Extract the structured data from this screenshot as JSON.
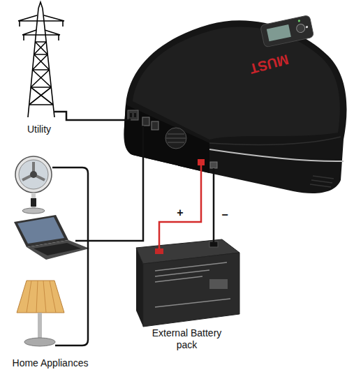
{
  "diagram": {
    "nodes": [
      {
        "text": [
          "Utility"
        ]
      },
      {
        "text": [
          "MUST"
        ]
      },
      {
        "text": [
          "External Battery pack"
        ]
      },
      {
        "text": [
          "Home Appliances"
        ]
      }
    ],
    "edges": [
      {
        "from": 0,
        "to": 1,
        "arrow": "none"
      },
      {
        "from": 1,
        "to": 2,
        "label": "+",
        "arrow": "none"
      },
      {
        "from": 1,
        "to": 2,
        "label": "−",
        "arrow": "none"
      },
      {
        "from": 1,
        "to": 3,
        "arrow": "none"
      }
    ]
  }
}
